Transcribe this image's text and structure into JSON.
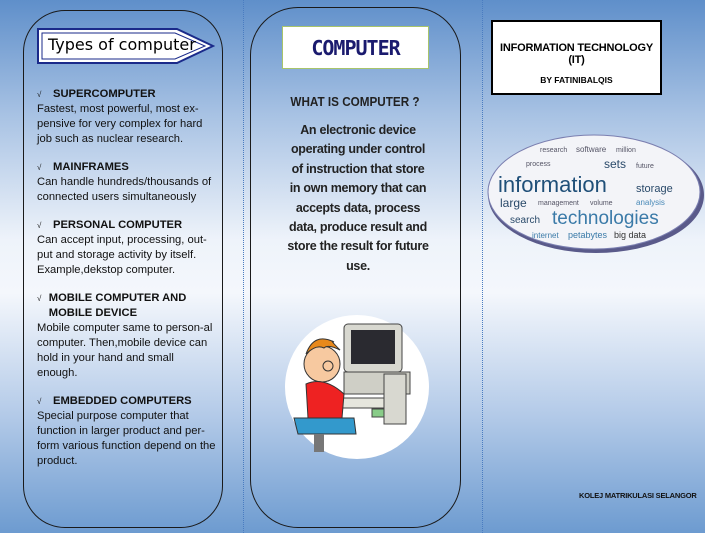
{
  "left_panel": {
    "banner": "Types of computer",
    "items": [
      {
        "check": "√",
        "title": "SUPERCOMPUTER",
        "body": "Fastest, most powerful, most ex-pensive for very complex for hard job such as nuclear research."
      },
      {
        "check": "√",
        "title": "MAINFRAMES",
        "body": "Can handle hundreds/thousands of connected users simultaneously"
      },
      {
        "check": "√",
        "title": "PERSONAL COMPUTER",
        "body": "Can accept input, processing, out-put and storage activity by itself. Example,dekstop computer."
      },
      {
        "check": "√",
        "title": "MOBILE COMPUTER AND MOBILE DEVICE",
        "body": "Mobile computer same to person-al computer. Then,mobile device can hold in your hand and small enough."
      },
      {
        "check": "√",
        "title": "EMBEDDED COMPUTERS",
        "body": "Special purpose computer that function in larger product and per-form various function depend  on the product."
      }
    ]
  },
  "middle_panel": {
    "title": "COMPUTER",
    "question": "WHAT IS COMPUTER ?",
    "answer": "An electronic device operating under control of instruction that store in own memory that can accepts data, process data, produce result and store the result for future use."
  },
  "right_panel": {
    "title": "INFORMATION TECHNOLOGY (IT)",
    "author": "BY FATINIBALQIS",
    "word_cloud": [
      "information",
      "technologies",
      "storage",
      "analysis",
      "sets",
      "large",
      "search",
      "internet",
      "petabytes",
      "big data",
      "software",
      "research",
      "process",
      "management",
      "volume",
      "future",
      "million"
    ],
    "footer": "KOLEJ MATRIKULASI SELANGOR"
  },
  "colors": {
    "background_top": "#5f8fca",
    "background_mid": "#eef3fa",
    "title_text": "#1a1a6e",
    "cloud_text": "#1f4f78"
  }
}
